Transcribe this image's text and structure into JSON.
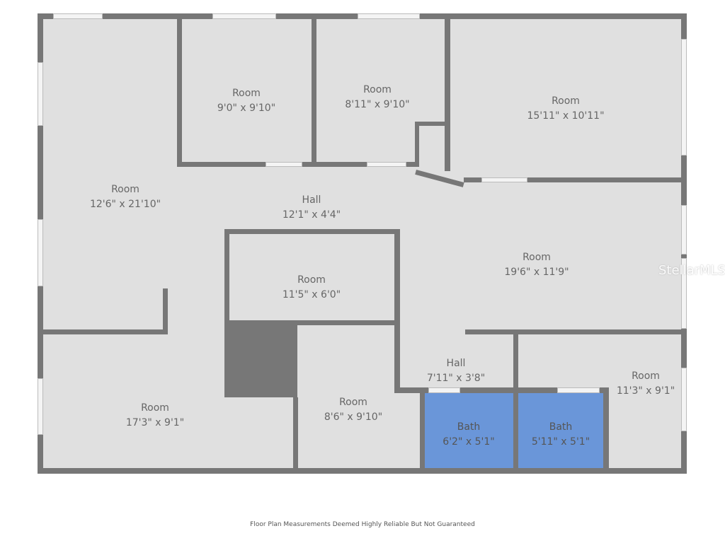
{
  "rooms": [
    {
      "name": "Room",
      "size": "12'6\" x 21'10\""
    },
    {
      "name": "Room",
      "size": "9'0\" x 9'10\""
    },
    {
      "name": "Room",
      "size": "8'11\" x 9'10\""
    },
    {
      "name": "Room",
      "size": "15'11\" x 10'11\""
    },
    {
      "name": "Hall",
      "size": "12'1\" x 4'4\""
    },
    {
      "name": "Room",
      "size": "11'5\" x 6'0\""
    },
    {
      "name": "Room",
      "size": "19'6\" x 11'9\""
    },
    {
      "name": "Hall",
      "size": "7'11\" x 3'8\""
    },
    {
      "name": "Room",
      "size": "17'3\" x 9'1\""
    },
    {
      "name": "Room",
      "size": "8'6\" x 9'10\""
    },
    {
      "name": "Bath",
      "size": "6'2\" x 5'1\""
    },
    {
      "name": "Bath",
      "size": "5'11\" x 5'1\""
    },
    {
      "name": "Room",
      "size": "11'3\" x 9'1\""
    }
  ],
  "watermark": "StellarMLS",
  "footer": "Floor Plan Measurements Deemed Highly Reliable But Not Guaranteed",
  "colors": {
    "wall": "#777777",
    "floor": "#e0e0e0",
    "bath": "#6a96d9"
  }
}
